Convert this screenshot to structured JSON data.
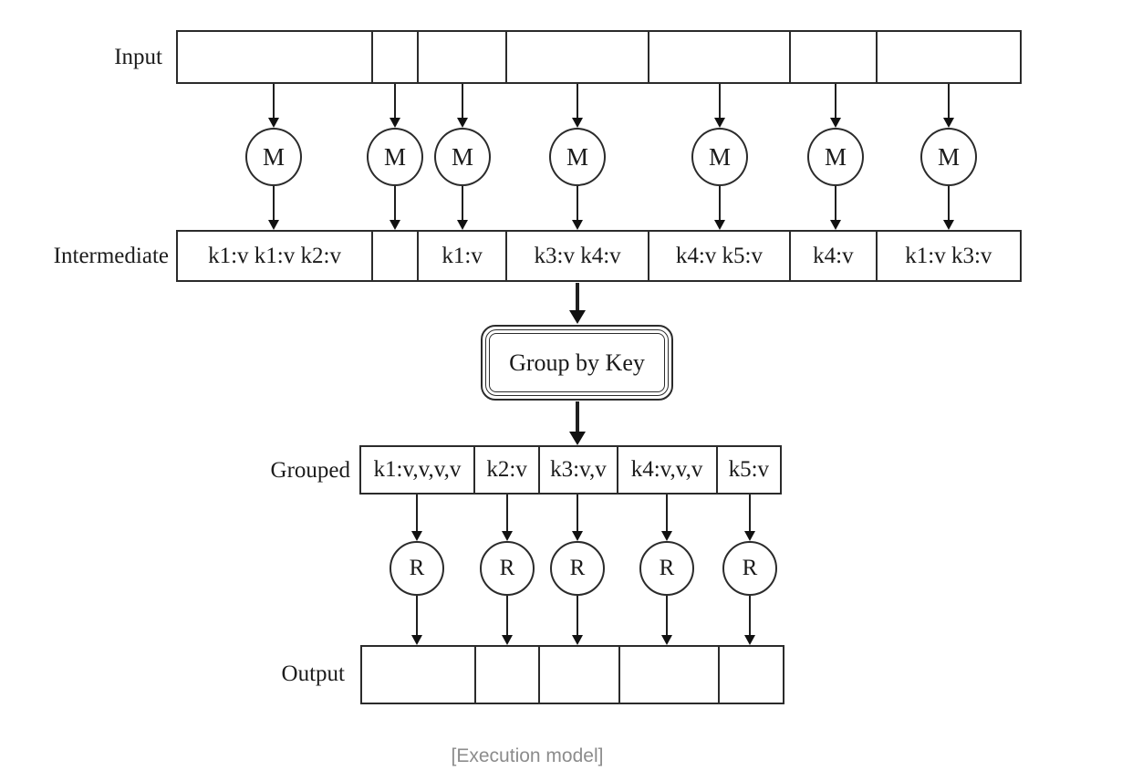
{
  "diagram": {
    "title_semantic": "MapReduce execution model",
    "line_color": "#2b2b2b",
    "rows": {
      "input": {
        "label": "Input",
        "segment_count": 7,
        "segments": [
          "",
          "",
          "",
          "",
          "",
          "",
          ""
        ]
      },
      "intermediate": {
        "label": "Intermediate",
        "segment_count": 7,
        "segments": [
          "k1:v k1:v k2:v",
          "",
          "k1:v",
          "k3:v k4:v",
          "k4:v k5:v",
          "k4:v",
          "k1:v k3:v"
        ]
      },
      "grouped": {
        "label": "Grouped",
        "segment_count": 5,
        "segments": [
          "k1:v,v,v,v",
          "k2:v",
          "k3:v,v",
          "k4:v,v,v",
          "k5:v"
        ]
      },
      "output": {
        "label": "Output",
        "segment_count": 5,
        "segments": [
          "",
          "",
          "",
          "",
          ""
        ]
      }
    },
    "map_node_label": "M",
    "map_node_count": 7,
    "reduce_node_label": "R",
    "reduce_node_count": 5,
    "group_box_label": "Group by Key"
  },
  "caption": {
    "text": "[Execution model]",
    "color": "#8c8c8c"
  }
}
